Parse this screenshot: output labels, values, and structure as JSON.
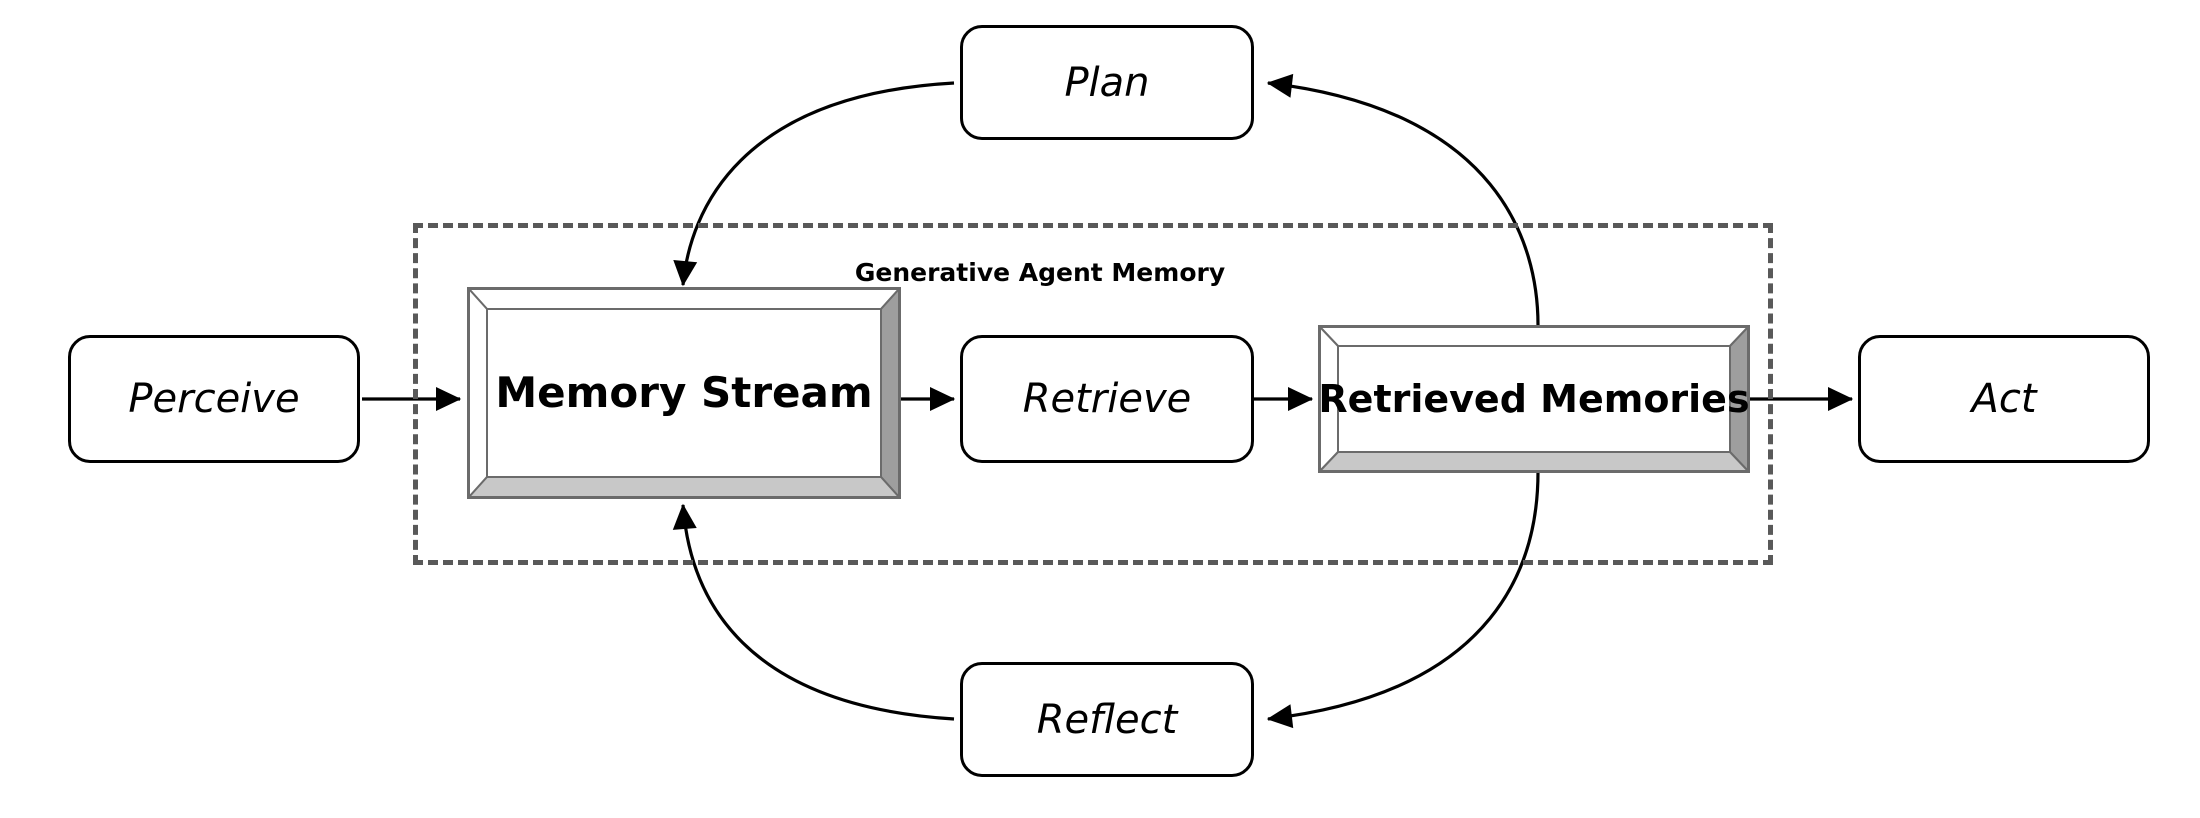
{
  "diagram": {
    "title": "Generative Agent Memory",
    "boundary": {
      "label": "Generative Agent Memory",
      "style": "dashed",
      "color": "#595959"
    },
    "nodes": [
      {
        "id": "perceive",
        "label": "Perceive",
        "shape": "rounded-rect",
        "style": "italic"
      },
      {
        "id": "memory-stream",
        "label": "Memory Stream",
        "shape": "beveled-frame",
        "style": "bold"
      },
      {
        "id": "retrieve",
        "label": "Retrieve",
        "shape": "rounded-rect",
        "style": "italic"
      },
      {
        "id": "retrieved-memories",
        "label": "Retrieved Memories",
        "shape": "beveled-frame",
        "style": "bold"
      },
      {
        "id": "act",
        "label": "Act",
        "shape": "rounded-rect",
        "style": "italic"
      },
      {
        "id": "plan",
        "label": "Plan",
        "shape": "rounded-rect",
        "style": "italic"
      },
      {
        "id": "reflect",
        "label": "Reflect",
        "shape": "rounded-rect",
        "style": "italic"
      }
    ],
    "edges": [
      {
        "from": "perceive",
        "to": "memory-stream",
        "kind": "straight"
      },
      {
        "from": "memory-stream",
        "to": "retrieve",
        "kind": "straight"
      },
      {
        "from": "retrieve",
        "to": "retrieved-memories",
        "kind": "straight"
      },
      {
        "from": "retrieved-memories",
        "to": "act",
        "kind": "straight"
      },
      {
        "from": "retrieved-memories",
        "to": "plan",
        "kind": "curved"
      },
      {
        "from": "plan",
        "to": "memory-stream",
        "kind": "curved"
      },
      {
        "from": "retrieved-memories",
        "to": "reflect",
        "kind": "curved"
      },
      {
        "from": "reflect",
        "to": "memory-stream",
        "kind": "curved"
      }
    ],
    "colors": {
      "stroke": "#000000",
      "background": "#ffffff",
      "boundary": "#595959",
      "bevel_light": "#ffffff",
      "bevel_mid": "#c8c8c8",
      "bevel_dark": "#9e9e9e",
      "bevel_outline": "#6b6b6b"
    }
  }
}
